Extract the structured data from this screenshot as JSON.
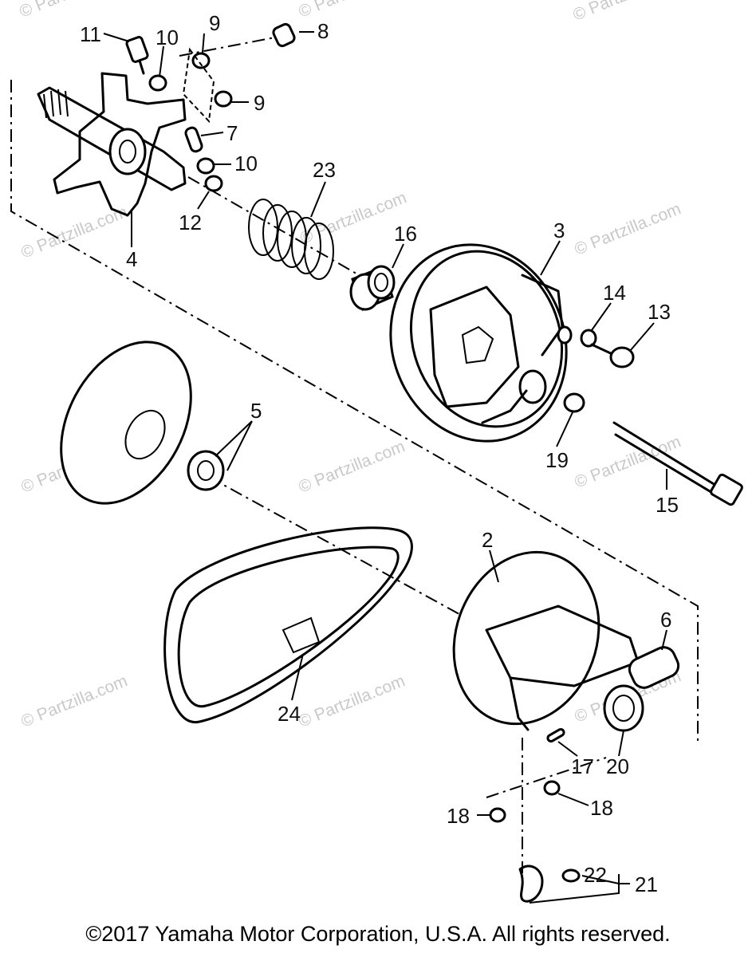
{
  "watermarks": [
    "© Partzilla.com",
    "© Partzilla.com",
    "© Partzilla.com",
    "© Partzilla.com",
    "© Partzilla.com",
    "© Partzilla.com",
    "© Partzilla.com",
    "© Partzilla.com",
    "© Partzilla.com",
    "© Partzilla.com",
    "© Partzilla.com",
    "© Partzilla.com"
  ],
  "callouts": [
    "11",
    "10",
    "9",
    "8",
    "9",
    "7",
    "10",
    "12",
    "4",
    "23",
    "16",
    "3",
    "14",
    "13",
    "5",
    "19",
    "15",
    "2",
    "6",
    "24",
    "17",
    "20",
    "18",
    "18",
    "22",
    "21"
  ],
  "copyright": "©2017 Yamaha Motor Corporation, U.S.A. All rights reserved."
}
